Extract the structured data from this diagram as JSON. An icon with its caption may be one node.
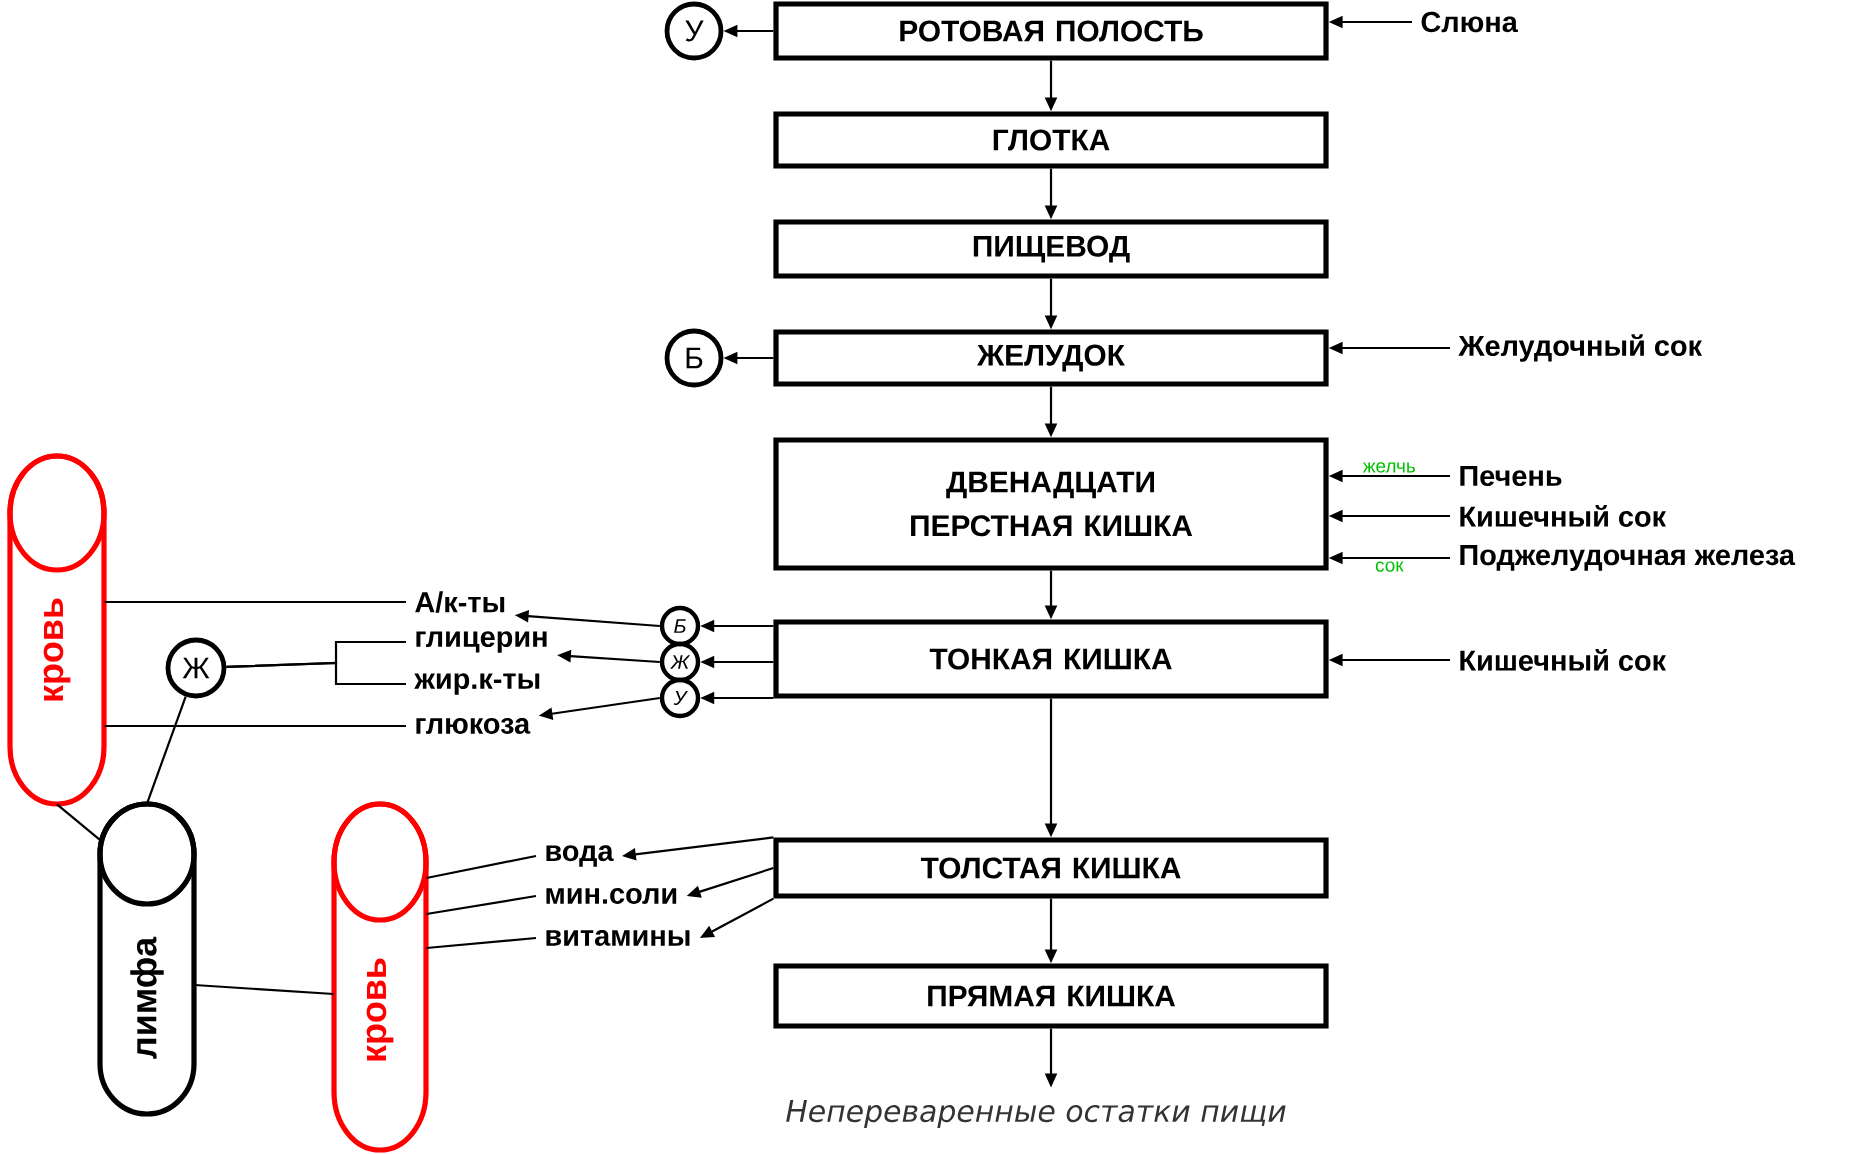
{
  "diagram": {
    "nodes": [
      {
        "text": [
          "РОТОВАЯ ПОЛОСТЬ"
        ]
      },
      {
        "text": [
          "ГЛОТКА"
        ]
      },
      {
        "text": [
          "ПИЩЕВОД"
        ]
      },
      {
        "text": [
          "ЖЕЛУДОК"
        ]
      },
      {
        "text": [
          "ДВЕНАДЦАТИ ПЕРСТНАЯ КИШКА"
        ]
      },
      {
        "text": [
          "ТОНКАЯ КИШКА"
        ]
      },
      {
        "text": [
          "ТОЛСТАЯ КИШКА"
        ]
      },
      {
        "text": [
          "ПРЯМАЯ КИШКА"
        ]
      },
      {
        "text": [
          "Непереваренные остатки пищи"
        ]
      },
      {
        "text": [
          "У"
        ]
      },
      {
        "text": [
          "Б"
        ]
      },
      {
        "text": [
          "Слюна"
        ]
      },
      {
        "text": [
          "Желудочный сок"
        ]
      },
      {
        "text": [
          "Печень"
        ]
      },
      {
        "text": [
          "Кишечный сок"
        ]
      },
      {
        "text": [
          "Поджелудочная железа"
        ]
      },
      {
        "text": [
          "Кишечный сок"
        ]
      },
      {
        "text": [
          "Б"
        ]
      },
      {
        "text": [
          "Ж"
        ]
      },
      {
        "text": [
          "У"
        ]
      },
      {
        "text": [
          "А/к-ты"
        ]
      },
      {
        "text": [
          "глицерин"
        ]
      },
      {
        "text": [
          "жир.к-ты"
        ]
      },
      {
        "text": [
          "глюкоза"
        ]
      },
      {
        "text": [
          "Ж"
        ]
      },
      {
        "text": [
          "кровь"
        ]
      },
      {
        "text": [
          "лимфа"
        ]
      },
      {
        "text": [
          "кровь"
        ]
      },
      {
        "text": [
          "вода"
        ]
      },
      {
        "text": [
          "мин.соли"
        ]
      },
      {
        "text": [
          "витамины"
        ]
      }
    ],
    "edges": [
      {
        "from": 0,
        "to": 1,
        "arrow": "to"
      },
      {
        "from": 1,
        "to": 2,
        "arrow": "to"
      },
      {
        "from": 2,
        "to": 3,
        "arrow": "to"
      },
      {
        "from": 3,
        "to": 4,
        "arrow": "to"
      },
      {
        "from": 4,
        "to": 5,
        "arrow": "to"
      },
      {
        "from": 5,
        "to": 6,
        "arrow": "to"
      },
      {
        "from": 6,
        "to": 7,
        "arrow": "to"
      },
      {
        "from": 7,
        "to": 8,
        "arrow": "to"
      },
      {
        "from": 0,
        "to": 9,
        "arrow": "to"
      },
      {
        "from": 3,
        "to": 10,
        "arrow": "to"
      },
      {
        "from": 11,
        "to": 0,
        "arrow": "to"
      },
      {
        "from": 12,
        "to": 3,
        "arrow": "to"
      },
      {
        "from": 13,
        "to": 4,
        "arrow": "to",
        "label": "желчь"
      },
      {
        "from": 14,
        "to": 4,
        "arrow": "to"
      },
      {
        "from": 15,
        "to": 4,
        "arrow": "to",
        "label": "сок"
      },
      {
        "from": 16,
        "to": 5,
        "arrow": "to"
      },
      {
        "from": 5,
        "to": 17,
        "arrow": "to"
      },
      {
        "from": 5,
        "to": 18,
        "arrow": "to"
      },
      {
        "from": 5,
        "to": 19,
        "arrow": "to"
      },
      {
        "from": 17,
        "to": 20,
        "arrow": "to"
      },
      {
        "from": 18,
        "to": 21,
        "arrow": "to"
      },
      {
        "from": 19,
        "to": 23,
        "arrow": "to"
      },
      {
        "from": 20,
        "to": 25,
        "arrow": "none"
      },
      {
        "from": 21,
        "to": 24,
        "arrow": "none"
      },
      {
        "from": 22,
        "to": 24,
        "arrow": "none"
      },
      {
        "from": 23,
        "to": 25,
        "arrow": "none"
      },
      {
        "from": 24,
        "to": 26,
        "arrow": "none"
      },
      {
        "from": 25,
        "to": 26,
        "arrow": "none"
      },
      {
        "from": 26,
        "to": 27,
        "arrow": "none"
      },
      {
        "from": 28,
        "to": 27,
        "arrow": "none"
      },
      {
        "from": 29,
        "to": 27,
        "arrow": "none"
      },
      {
        "from": 30,
        "to": 27,
        "arrow": "none"
      },
      {
        "from": 6,
        "to": 28,
        "arrow": "to"
      },
      {
        "from": 6,
        "to": 29,
        "arrow": "to"
      },
      {
        "from": 6,
        "to": 30,
        "arrow": "to"
      }
    ]
  }
}
